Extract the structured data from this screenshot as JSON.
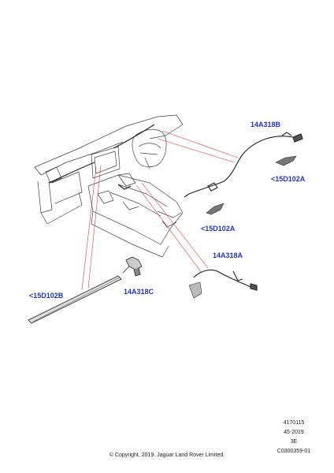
{
  "colors": {
    "callout_text": "#2233cc",
    "leader_line": "#d94040",
    "line_art": "#444444",
    "reference_text": "#222222"
  },
  "callouts": {
    "part_14a318b": "14A318B",
    "part_15d102a_top": "<15D102A",
    "part_15d102a_mid": "<15D102A",
    "part_14a318a": "14A318A",
    "part_14a318c": "14A318C",
    "part_15d102b": "<15D102B"
  },
  "references": {
    "illustration_number": "4170115",
    "date_code": "45-2019",
    "revision": "3E",
    "catalog_code": "C0300359-01"
  },
  "copyright": "© Copyright, 2019. Jaguar Land Rover Limited."
}
